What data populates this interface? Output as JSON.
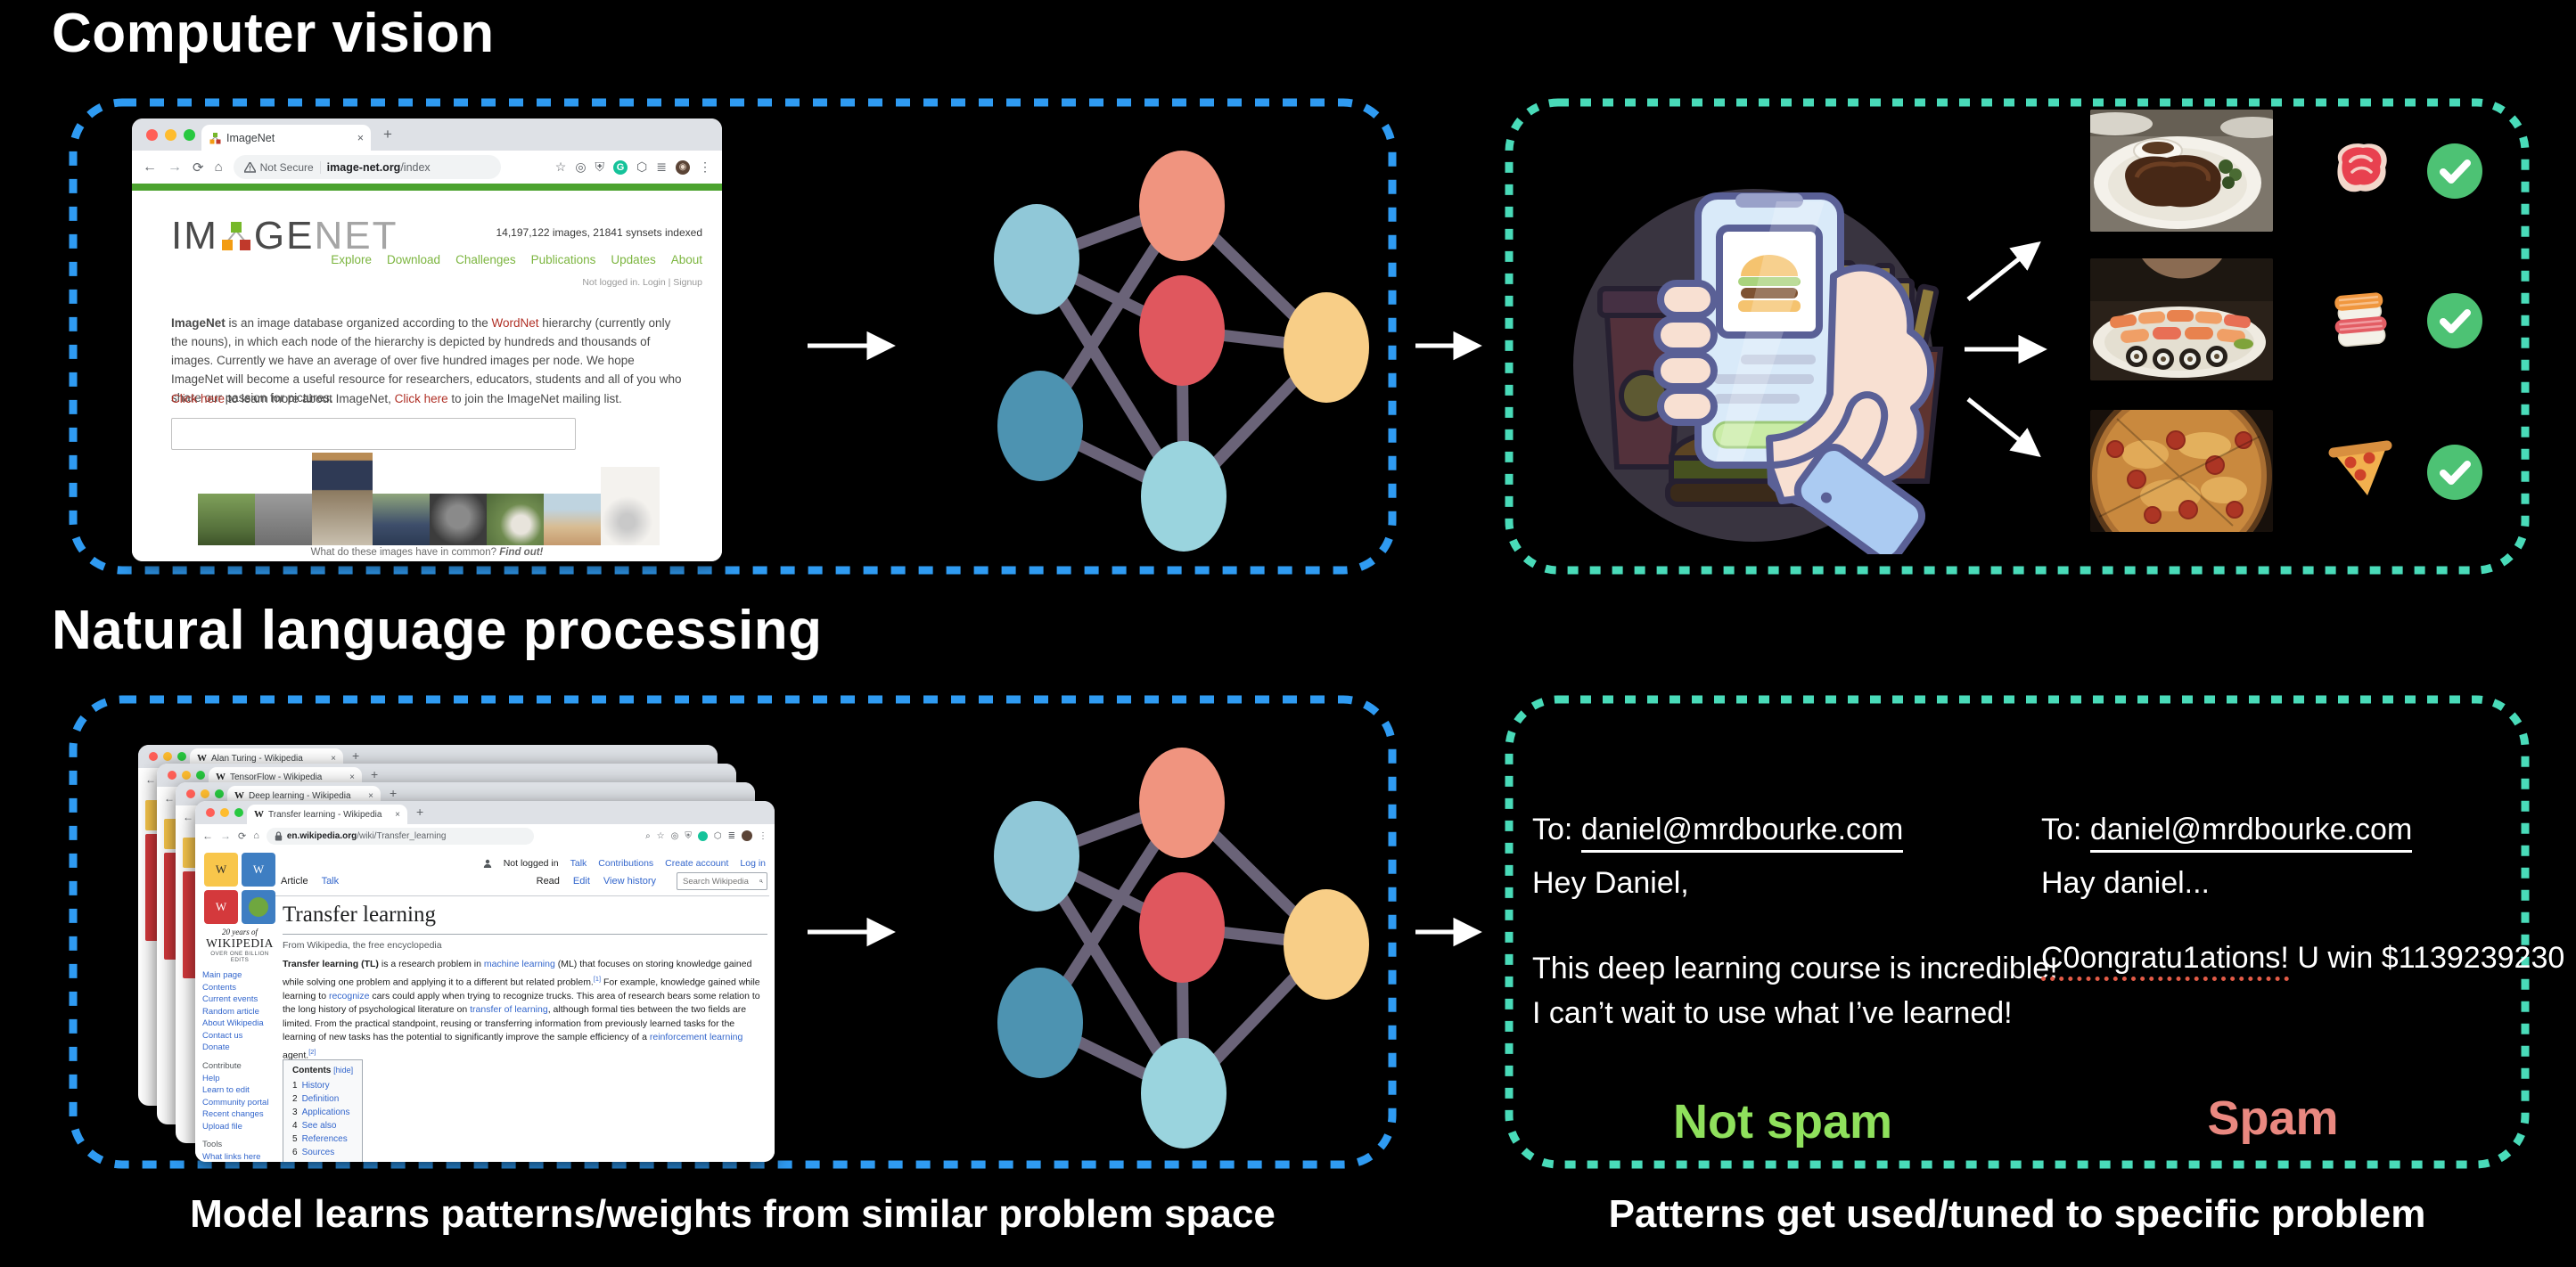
{
  "colors": {
    "dash-blue": "#2F9BF2",
    "dash-teal": "#49DBB9",
    "edge": "#6A6378",
    "node-lightblue": "#90C8D8",
    "node-salmon": "#F0947F",
    "node-red": "#E0575E",
    "node-steelblue": "#4D93B1",
    "node-paleblue": "#9AD4DE",
    "node-yellow": "#F8CE87",
    "check-green": "#4DC274",
    "notspam-green": "#8FE05C",
    "spam-salmon": "#E98880",
    "chrome-green": "#4CA32F",
    "wiki-link": "#3366CC",
    "imagenet-red": "#B03026",
    "imagenet-green": "#7CB53F"
  },
  "cv": {
    "title": "Computer vision",
    "caption": "Model learns patterns/weights from similar problem space"
  },
  "nlp": {
    "title": "Natural language processing",
    "caption": "Patterns get used/tuned to specific problem"
  },
  "imagenet": {
    "tab_title": "ImageNet",
    "not_secure": "Not Secure",
    "url_host": "image-net.org",
    "url_path": "/index",
    "logo_im": "IM",
    "logo_ge": "GE",
    "logo_net": "NET",
    "stats": "14,197,122 images, 21841 synsets indexed",
    "nav": [
      "Explore",
      "Download",
      "Challenges",
      "Publications",
      "Updates",
      "About"
    ],
    "login": "Not logged in. Login | Signup",
    "paragraph": [
      {
        "t": "ImageNet",
        "c": "b"
      },
      {
        "t": " is an image database organized according to the "
      },
      {
        "t": "WordNet",
        "c": "redlink"
      },
      {
        "t": " hierarchy (currently only the nouns), in which each node of the hierarchy is depicted by hundreds and thousands of images. Currently we have an average of over five hundred images per node. We hope ImageNet will become a useful resource for researchers, educators, students and all of you who share our passion for pictures."
      }
    ],
    "links_line": [
      {
        "t": "Click here",
        "c": "redlink"
      },
      {
        "t": " to learn more about ImageNet, "
      },
      {
        "t": "Click here",
        "c": "redlink"
      },
      {
        "t": " to join the ImageNet mailing list."
      }
    ],
    "strip_caption": "What do these images have in common? ",
    "strip_caption_cta": "Find out!"
  },
  "wikipedia": {
    "back_tabs": [
      "Alan Turing - Wikipedia",
      "TensorFlow - Wikipedia",
      "Deep learning - Wikipedia"
    ],
    "tab_title": "Transfer learning - Wikipedia",
    "url_host": "en.wikipedia.org",
    "url_path": "/wiki/Transfer_learning",
    "top_links": [
      {
        "t": "Not logged in",
        "c": "tl dk"
      },
      {
        "t": "Talk",
        "c": "tl wl"
      },
      {
        "t": "Contributions",
        "c": "tl wl"
      },
      {
        "t": "Create account",
        "c": "tl wl"
      },
      {
        "t": "Log in",
        "c": "tl wl"
      }
    ],
    "page_tabs_left": [
      {
        "t": "Article",
        "c": "pt dk"
      },
      {
        "t": "Talk",
        "c": "pt wl"
      }
    ],
    "page_tabs_right": [
      {
        "t": "Read",
        "c": "pt dk"
      },
      {
        "t": "Edit",
        "c": "pt wl"
      },
      {
        "t": "View history",
        "c": "pt wl"
      }
    ],
    "search_placeholder": "Search Wikipedia",
    "logo_20": "20 years of",
    "logo_wiki": "WIKIPEDIA",
    "logo_sub": "Over One Billion Edits",
    "sidebar": [
      "Main page",
      "Contents",
      "Current events",
      "Random article",
      "About Wikipedia",
      "Contact us",
      "Donate"
    ],
    "contribute_header": "Contribute",
    "contribute": [
      "Help",
      "Learn to edit",
      "Community portal",
      "Recent changes",
      "Upload file"
    ],
    "tools_header": "Tools",
    "tools": [
      "What links here"
    ],
    "title": "Transfer learning",
    "subtitle": "From Wikipedia, the free encyclopedia",
    "paragraph": [
      {
        "t": "Transfer learning (TL)",
        "c": "b"
      },
      {
        "t": " is a research problem in "
      },
      {
        "t": "machine learning",
        "c": "wl"
      },
      {
        "t": " (ML) that focuses on storing knowledge gained while solving one problem and applying it to a different but related problem."
      },
      {
        "t": "[1]",
        "c": "wl sup"
      },
      {
        "t": " For example, knowledge gained while learning to "
      },
      {
        "t": "recognize",
        "c": "wl"
      },
      {
        "t": " cars could apply when trying to recognize trucks. This area of research bears some relation to the long history of psychological literature on "
      },
      {
        "t": "transfer of learning",
        "c": "wl"
      },
      {
        "t": ", although formal ties between the two fields are limited. From the practical standpoint, reusing or transferring information from previously learned tasks for the learning of new tasks has the potential to significantly improve the sample efficiency of a "
      },
      {
        "t": "reinforcement learning",
        "c": "wl"
      },
      {
        "t": " agent."
      },
      {
        "t": "[2]",
        "c": "wl sup"
      }
    ],
    "toc_header": "Contents",
    "toc_hide": "[hide]",
    "toc": [
      {
        "num": "1",
        "label": "History"
      },
      {
        "num": "2",
        "label": "Definition"
      },
      {
        "num": "3",
        "label": "Applications"
      },
      {
        "num": "4",
        "label": "See also"
      },
      {
        "num": "5",
        "label": "References"
      },
      {
        "num": "6",
        "label": "Sources"
      }
    ]
  },
  "classifier_results": [
    {
      "photo": "steak-photo",
      "emoji": "steak-emoji",
      "status": "correct"
    },
    {
      "photo": "sushi-photo",
      "emoji": "sushi-emoji",
      "status": "correct"
    },
    {
      "photo": "pizza-photo",
      "emoji": "pizza-emoji",
      "status": "correct"
    }
  ],
  "emails": {
    "not_spam": {
      "to_prefix": "To: ",
      "to": "daniel@mrdbourke.com",
      "greeting": "Hey Daniel,",
      "body_line1": "This deep learning course is incredible!",
      "body_line2": "I can’t wait to use what I’ve learned!",
      "verdict": "Not spam"
    },
    "spam": {
      "to_prefix": "To: ",
      "to": "daniel@mrdbourke.com",
      "greeting": "Hay daniel...",
      "body_misspelled": "C0ongratu1ations!",
      "body_rest": " U win $1139239230",
      "verdict": "Spam"
    }
  }
}
